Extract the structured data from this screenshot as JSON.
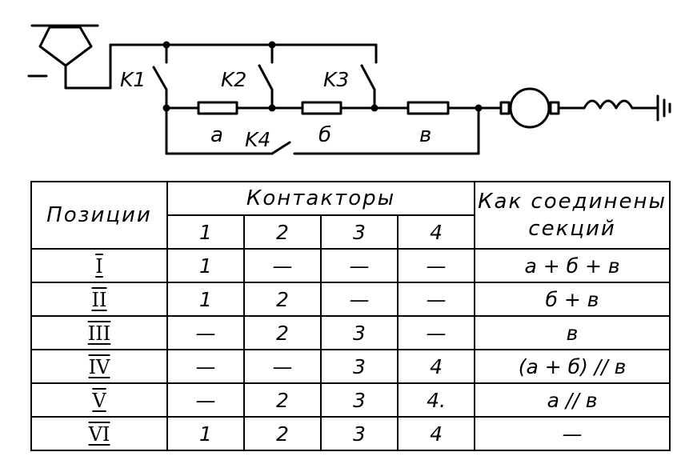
{
  "schematic": {
    "contactors": [
      "K1",
      "K2",
      "K3",
      "K4"
    ],
    "sections": [
      "а",
      "б",
      "в"
    ]
  },
  "table": {
    "header_positions": "Позиции",
    "header_contactors": "Контакторы",
    "header_connection_line1": "Как соединены",
    "header_connection_line2": "секций",
    "contactor_numbers": [
      "1",
      "2",
      "3",
      "4"
    ],
    "rows": [
      {
        "position": "I",
        "c1": "1",
        "c2": "—",
        "c3": "—",
        "c4": "—",
        "connection": "а + б + в"
      },
      {
        "position": "II",
        "c1": "1",
        "c2": "2",
        "c3": "—",
        "c4": "—",
        "connection": "б + в"
      },
      {
        "position": "III",
        "c1": "—",
        "c2": "2",
        "c3": "3",
        "c4": "—",
        "connection": "в"
      },
      {
        "position": "IV",
        "c1": "—",
        "c2": "—",
        "c3": "3",
        "c4": "4",
        "connection": "(а + б) // в"
      },
      {
        "position": "V",
        "c1": "—",
        "c2": "2",
        "c3": "3",
        "c4": "4.",
        "connection": "а // в"
      },
      {
        "position": "VI",
        "c1": "1",
        "c2": "2",
        "c3": "3",
        "c4": "4",
        "connection": "—"
      }
    ]
  }
}
